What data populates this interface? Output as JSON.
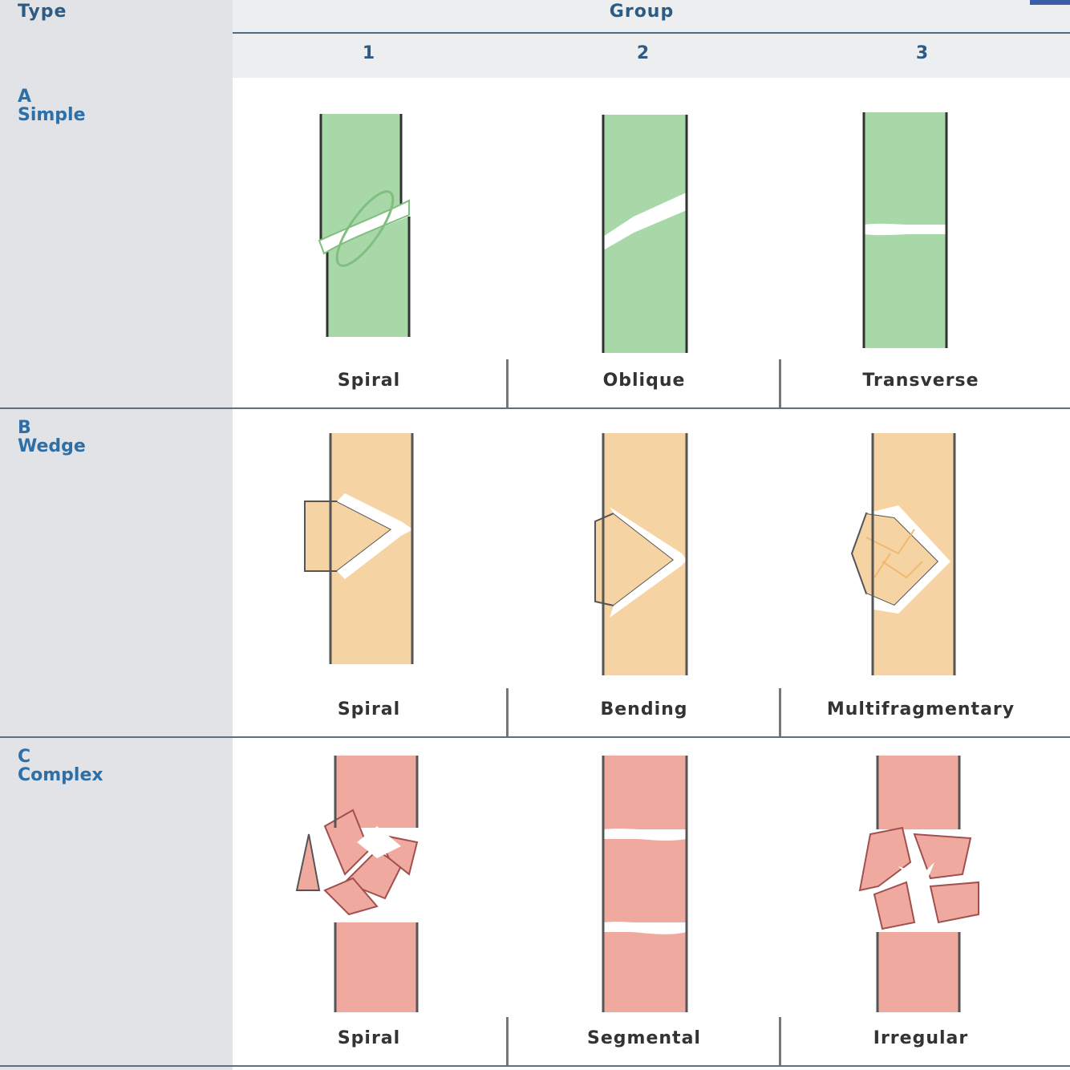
{
  "header": {
    "type_label": "Type",
    "group_label": "Group",
    "groups": [
      "1",
      "2",
      "3"
    ]
  },
  "rows": [
    {
      "letter": "A",
      "name": "Simple",
      "color": "#a8d8a8",
      "labels": [
        "Spiral",
        "Oblique",
        "Transverse"
      ]
    },
    {
      "letter": "B",
      "name": "Wedge",
      "color": "#f6d3a2",
      "labels": [
        "Spiral",
        "Bending",
        "Multifragmentary"
      ]
    },
    {
      "letter": "C",
      "name": "Complex",
      "color": "#f0a99e",
      "labels": [
        "Spiral",
        "Segmental",
        "Irregular"
      ]
    }
  ],
  "icons": [
    "bone-spiral-simple-icon",
    "bone-oblique-icon",
    "bone-transverse-icon",
    "bone-spiral-wedge-icon",
    "bone-bending-wedge-icon",
    "bone-multifragmentary-wedge-icon",
    "bone-spiral-complex-icon",
    "bone-segmental-icon",
    "bone-irregular-icon"
  ]
}
